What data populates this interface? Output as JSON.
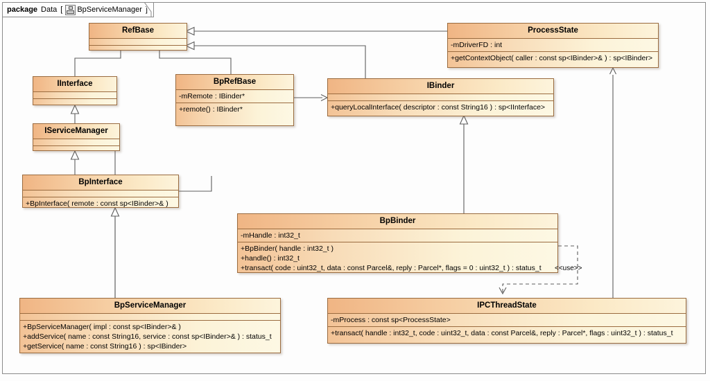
{
  "package": {
    "keyword": "package",
    "name": "Data",
    "bracket_open": "[",
    "icon": "package-diagram-icon",
    "diagram_name": "BpServiceManager",
    "bracket_close": "]"
  },
  "colors": {
    "box_border": "#9a6b3f",
    "header_start": "#f0b584",
    "header_end": "#fdf4dc",
    "body_start": "#f3c396",
    "body_end": "#fdf8e4",
    "line": "#5d5d5d",
    "frame_border": "#8a8a8a",
    "background": "#fdfdfd"
  },
  "classes": [
    {
      "id": "refbase",
      "name": "RefBase",
      "attributes": [],
      "operations": []
    },
    {
      "id": "processstate",
      "name": "ProcessState",
      "attributes": [
        "-mDriverFD : int"
      ],
      "operations": [
        "+getContextObject( caller : const sp<IBinder>& ) : sp<IBinder>"
      ]
    },
    {
      "id": "iinterface",
      "name": "IInterface",
      "attributes": [],
      "operations": []
    },
    {
      "id": "bprefbase",
      "name": "BpRefBase",
      "attributes": [
        "-mRemote : IBinder*"
      ],
      "operations": [
        "+remote() : IBinder*"
      ]
    },
    {
      "id": "ibinder",
      "name": "IBinder",
      "attributes": [],
      "operations": [
        "+queryLocalInterface( descriptor : const String16 ) : sp<IInterface>"
      ]
    },
    {
      "id": "iservicemanager",
      "name": "IServiceManager",
      "attributes": [],
      "operations": []
    },
    {
      "id": "bpinterface",
      "name": "BpInterface",
      "attributes": [],
      "operations": [
        "+BpInterface( remote : const sp<IBinder>& )"
      ]
    },
    {
      "id": "bpbinder",
      "name": "BpBinder",
      "attributes": [
        "-mHandle : int32_t"
      ],
      "operations": [
        "+BpBinder( handle : int32_t )",
        "+handle() : int32_t",
        "+transact( code : uint32_t, data : const Parcel&, reply : Parcel*, flags = 0 : uint32_t ) : status_t"
      ]
    },
    {
      "id": "bpservicemanager",
      "name": "BpServiceManager",
      "attributes": [],
      "operations": [
        "+BpServiceManager( impl : const sp<IBinder>& )",
        "+addService( name : const String16, service : const sp<IBinder>& ) : status_t",
        "+getService( name : const String16 ) : sp<IBinder>"
      ]
    },
    {
      "id": "ipcthreadstate",
      "name": "IPCThreadState",
      "attributes": [
        "-mProcess : const sp<ProcessState>"
      ],
      "operations": [
        "+transact( handle : int32_t, code : uint32_t, data : const Parcel&, reply : Parcel*, flags : uint32_t ) : status_t"
      ]
    }
  ],
  "relationships": [
    {
      "id": "r1",
      "type": "generalization",
      "from": "ProcessState",
      "to": "RefBase"
    },
    {
      "id": "r2",
      "type": "generalization",
      "from": "IBinder",
      "to": "RefBase"
    },
    {
      "id": "r3",
      "type": "generalization",
      "from": "IInterface",
      "to": "RefBase"
    },
    {
      "id": "r4",
      "type": "generalization",
      "from": "BpRefBase",
      "to": "RefBase"
    },
    {
      "id": "r5",
      "type": "generalization",
      "from": "IServiceManager",
      "to": "IInterface"
    },
    {
      "id": "r6",
      "type": "generalization",
      "from": "BpInterface",
      "to": "IServiceManager"
    },
    {
      "id": "r7",
      "type": "generalization",
      "from": "BpBinder",
      "to": "IBinder"
    },
    {
      "id": "r8",
      "type": "generalization",
      "from": "BpServiceManager",
      "to": "BpInterface"
    },
    {
      "id": "r9",
      "type": "generalization",
      "from": "BpServiceManager",
      "to": "BpRefBase"
    },
    {
      "id": "r10",
      "type": "association",
      "from": "BpInterface",
      "to": "BpRefBase"
    },
    {
      "id": "r11",
      "type": "aggregation",
      "from": "BpRefBase",
      "to": "IBinder"
    },
    {
      "id": "r12",
      "type": "aggregation",
      "from": "IPCThreadState",
      "to": "ProcessState"
    },
    {
      "id": "r13",
      "type": "dependency",
      "from": "BpBinder",
      "to": "IPCThreadState",
      "label": "<<use>>"
    }
  ],
  "labels": {
    "use_stereotype": "<<use>>"
  }
}
